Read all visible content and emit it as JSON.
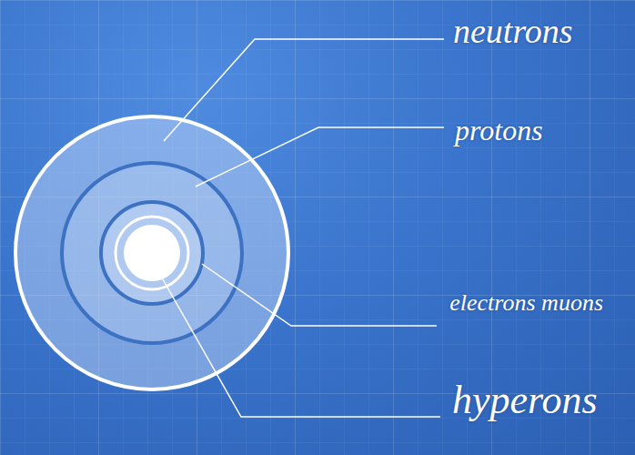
{
  "diagram": {
    "labels": [
      "neutrons",
      "protons",
      "electrons muons",
      "hyperons"
    ]
  }
}
